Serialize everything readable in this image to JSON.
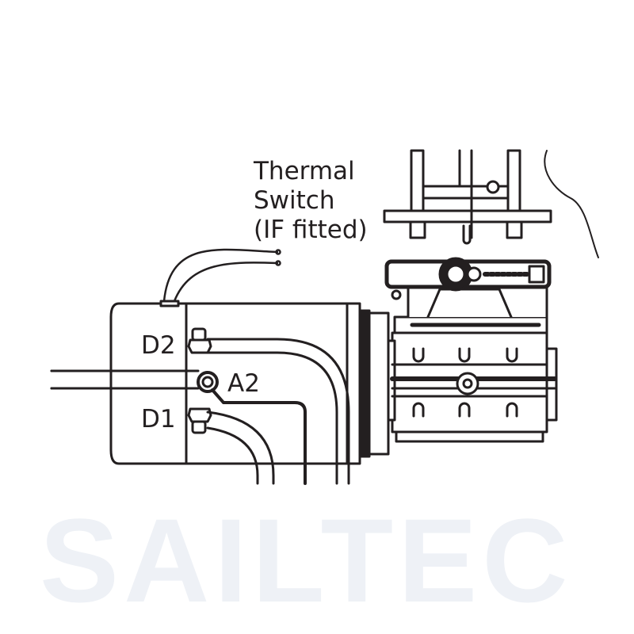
{
  "labels": {
    "thermal_switch": [
      "Thermal",
      "Switch",
      "(IF fitted)"
    ],
    "d2": "D2",
    "a2": "A2",
    "d1": "D1"
  },
  "watermark": "SAILTEC",
  "colors": {
    "line": "#231f20",
    "watermark": "#eef1f6",
    "background": "#ffffff"
  }
}
